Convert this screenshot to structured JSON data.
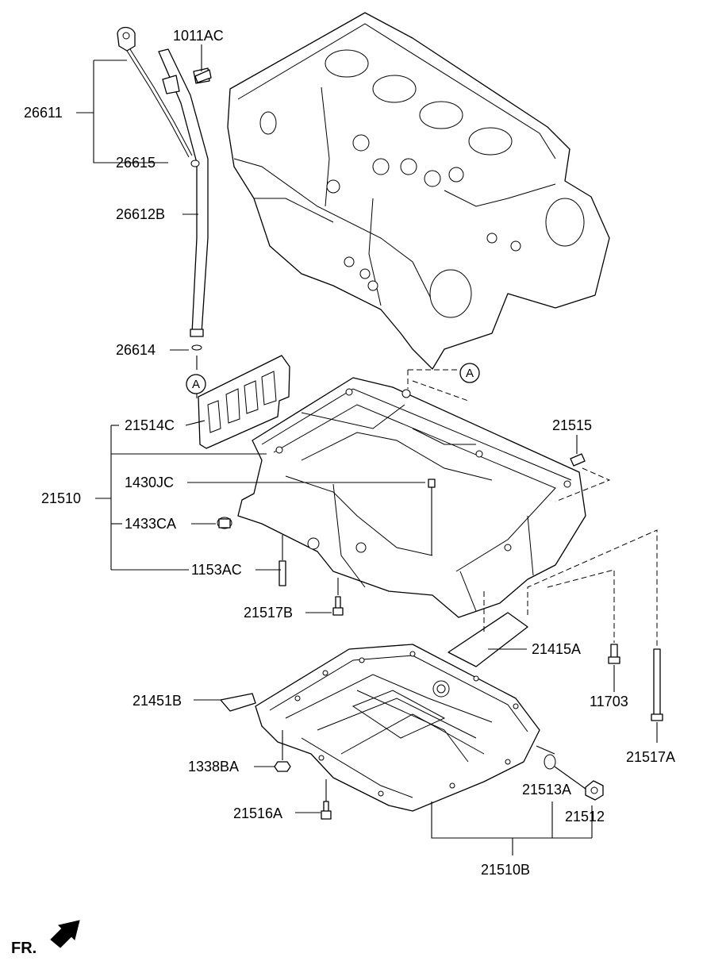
{
  "labels": {
    "p26611": "26611",
    "p1011AC": "1011AC",
    "p26615": "26615",
    "p26612B": "26612B",
    "p26614": "26614",
    "p21514C": "21514C",
    "p21515": "21515",
    "p21510": "21510",
    "p1430JC": "1430JC",
    "p1433CA": "1433CA",
    "p1153AC": "1153AC",
    "p21517B": "21517B",
    "p21415A": "21415A",
    "p11703": "11703",
    "p21451B": "21451B",
    "p1338BA": "1338BA",
    "p21517A": "21517A",
    "p21513A": "21513A",
    "p21512": "21512",
    "p21516A": "21516A",
    "p21510B": "21510B"
  },
  "callouts": {
    "a1": "A",
    "a2": "A"
  },
  "front_indicator": "FR."
}
